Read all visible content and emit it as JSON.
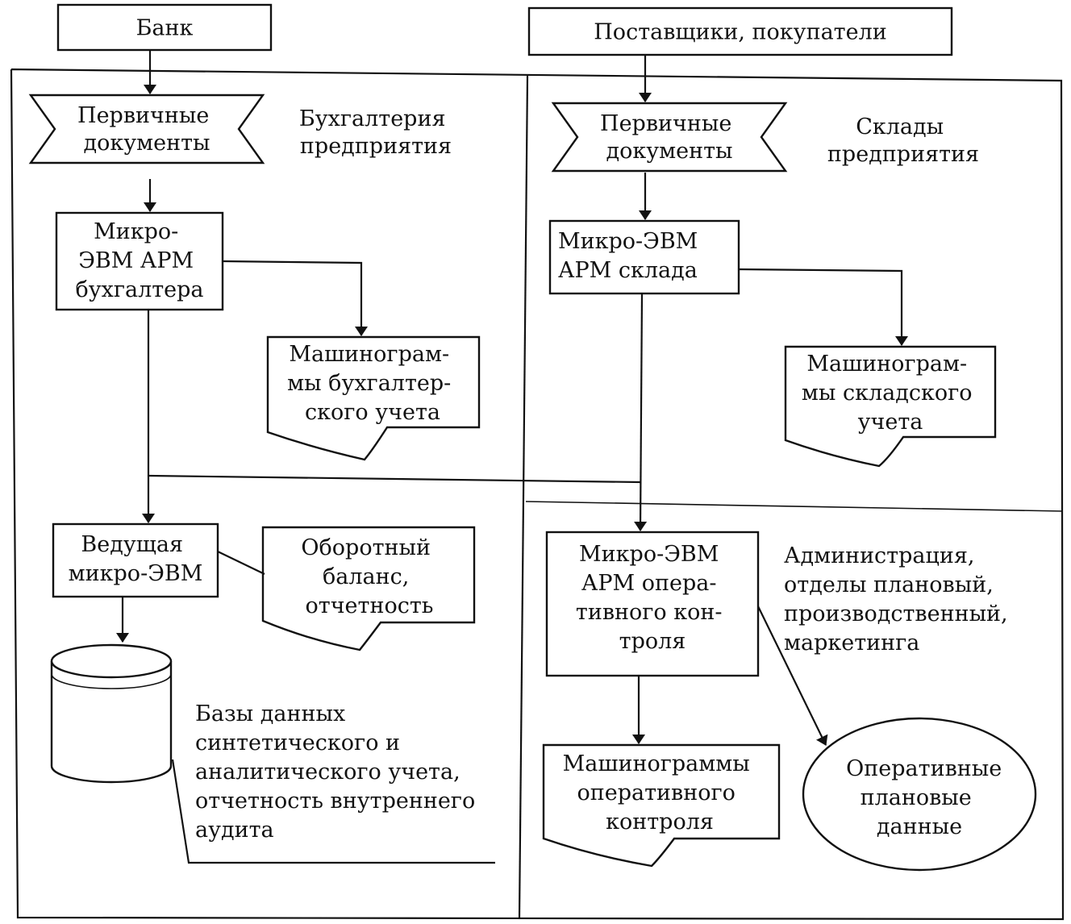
{
  "nodes": {
    "bank": "Банк",
    "suppliers": "Поставщики, покупатели",
    "primary_docs_left": [
      "Первичные",
      "документы"
    ],
    "primary_docs_right": [
      "Первичные",
      "документы"
    ],
    "accounting_dept": [
      "Бухгалтерия",
      "предприятия"
    ],
    "warehouses": [
      "Склады",
      "предприятия"
    ],
    "arm_accountant": [
      "Микро-",
      "ЭВМ АРМ",
      "бухгалтера"
    ],
    "arm_warehouse": [
      "Микро-ЭВМ",
      "АРМ склада"
    ],
    "printouts_accounting": [
      "Машинограм-",
      "мы бухгалтер-",
      "ского учета"
    ],
    "printouts_warehouse": [
      "Машинограм-",
      "мы складского",
      "учета"
    ],
    "lead_micro": [
      "Ведущая",
      "микро-ЭВМ"
    ],
    "turnover_balance": [
      "Оборотный",
      "баланс,",
      "отчетность"
    ],
    "arm_operational": [
      "Микро-ЭВМ",
      "АРМ опера-",
      "тивного кон-",
      "троля"
    ],
    "administration": [
      "Администрация,",
      "отделы плановый,",
      "производственный,",
      "маркетинга"
    ],
    "databases": [
      "Базы данных",
      "синтетического и",
      "аналитического учета,",
      "отчетность внутреннего",
      "аудита"
    ],
    "printouts_operational": [
      "Машинограммы",
      "оперативного",
      "контроля"
    ],
    "operational_plans": [
      "Оперативные",
      "плановые",
      "данные"
    ]
  }
}
